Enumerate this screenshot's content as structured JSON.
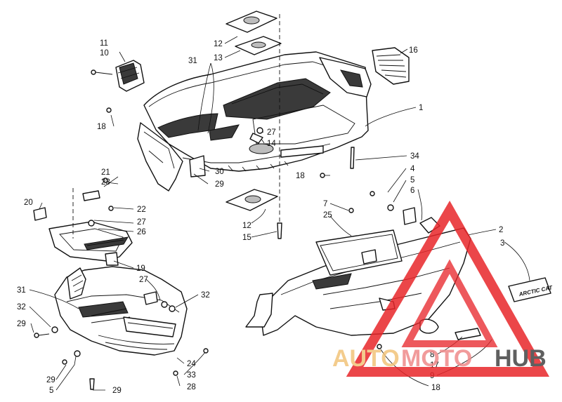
{
  "callouts": {
    "c1": "1",
    "c2": "2",
    "c3": "3",
    "c4": "4",
    "c5a": "5",
    "c5b": "5",
    "c6": "6",
    "c7": "7",
    "c8": "8",
    "c9": "9",
    "c10": "10",
    "c11": "11",
    "c12a": "12",
    "c12b": "12",
    "c13": "13",
    "c14": "14",
    "c15": "15",
    "c16": "16",
    "c17": "17",
    "c18a": "18",
    "c18b": "18",
    "c18c": "18",
    "c19": "19",
    "c20": "20",
    "c21": "21",
    "c22": "22",
    "c23": "23",
    "c24": "24",
    "c25": "25",
    "c26": "26",
    "c27a": "27",
    "c27b": "27",
    "c27c": "27",
    "c28": "28",
    "c29a": "29",
    "c29b": "29",
    "c29c": "29",
    "c29d": "29",
    "c30": "30",
    "c31a": "31",
    "c31b": "31",
    "c32a": "32",
    "c32b": "32",
    "c33": "33",
    "c34": "34"
  },
  "decal_text": "ARCTIC CAT",
  "watermark": {
    "auto": "AUTO",
    "moto": "MOTO",
    "hub": "HUB",
    "auto_color": "#f2c47a",
    "moto_color": "#ef8a8a",
    "hub_color": "#444444",
    "triangle_color": "#e8262a"
  }
}
